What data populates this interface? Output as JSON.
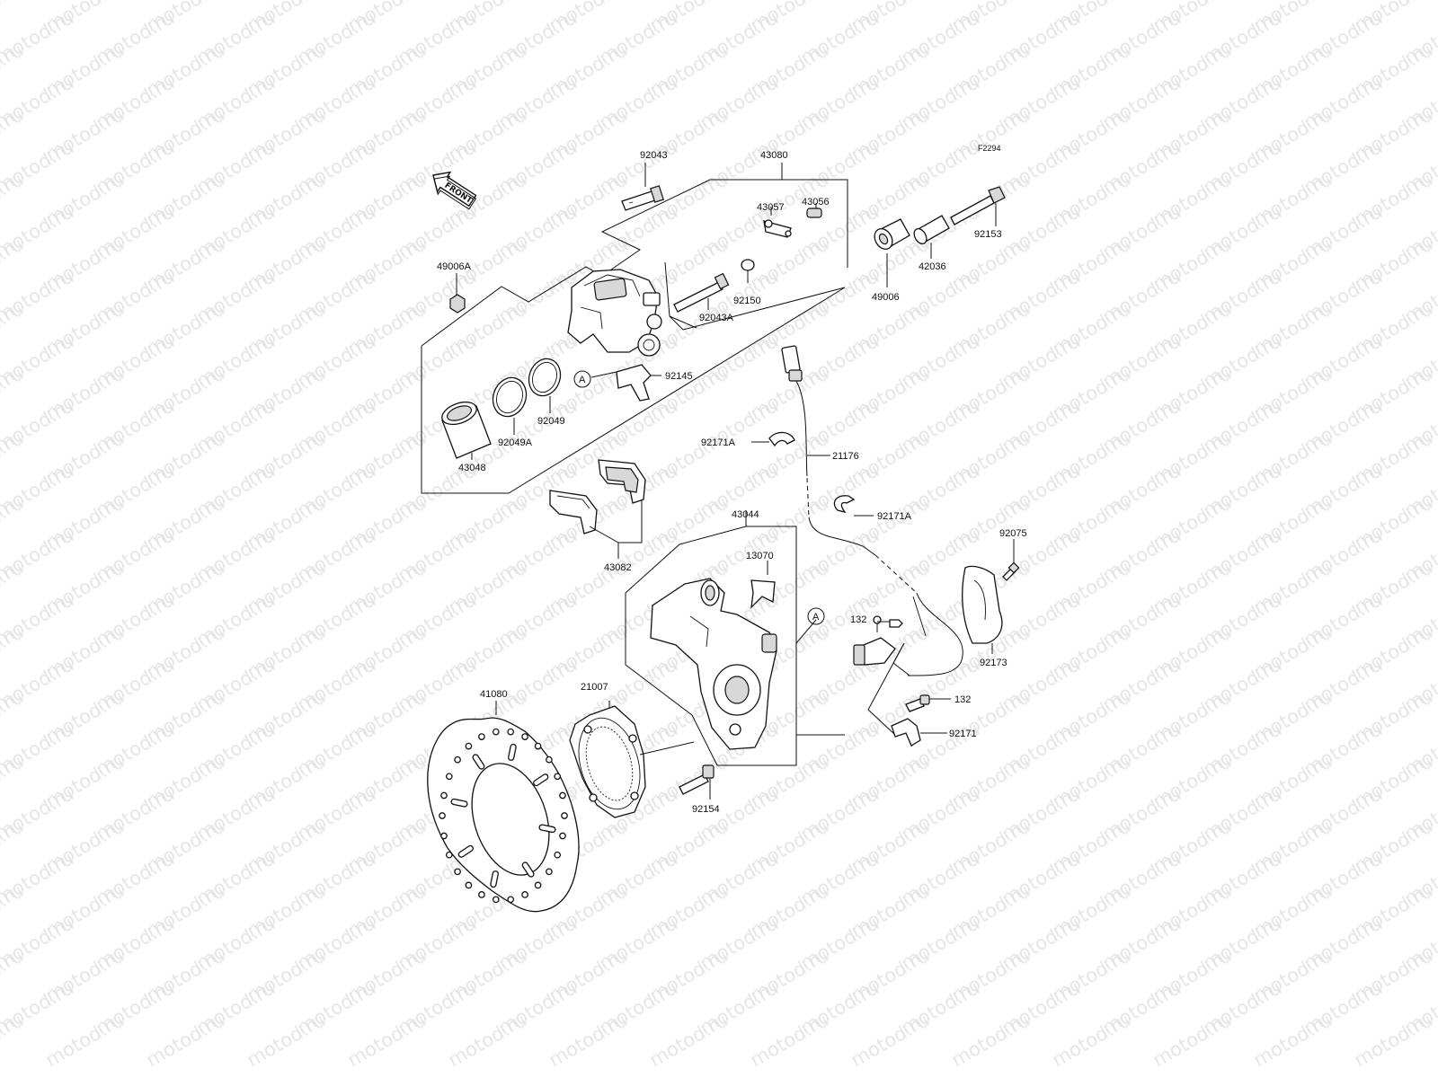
{
  "watermark": "motod.ru",
  "figure_code": "F2294",
  "front_label": "FRONT",
  "ref_letter": "A",
  "parts": {
    "p92043": "92043",
    "p43080": "43080",
    "p43057": "43057",
    "p43056": "43056",
    "p49006A": "49006A",
    "p92150": "92150",
    "p92043A": "92043A",
    "p92145": "92145",
    "p92049": "92049",
    "p92049A": "92049A",
    "p43048": "43048",
    "p43082": "43082",
    "p92153": "92153",
    "p42036": "42036",
    "p49006": "49006",
    "p92171A_1": "92171A",
    "p21176": "21176",
    "p92171A_2": "92171A",
    "p43044": "43044",
    "p13070": "13070",
    "p92075": "92075",
    "p132_1": "132",
    "p92173": "92173",
    "p132_2": "132",
    "p92171": "92171",
    "p41080": "41080",
    "p21007": "21007",
    "p92154": "92154"
  }
}
